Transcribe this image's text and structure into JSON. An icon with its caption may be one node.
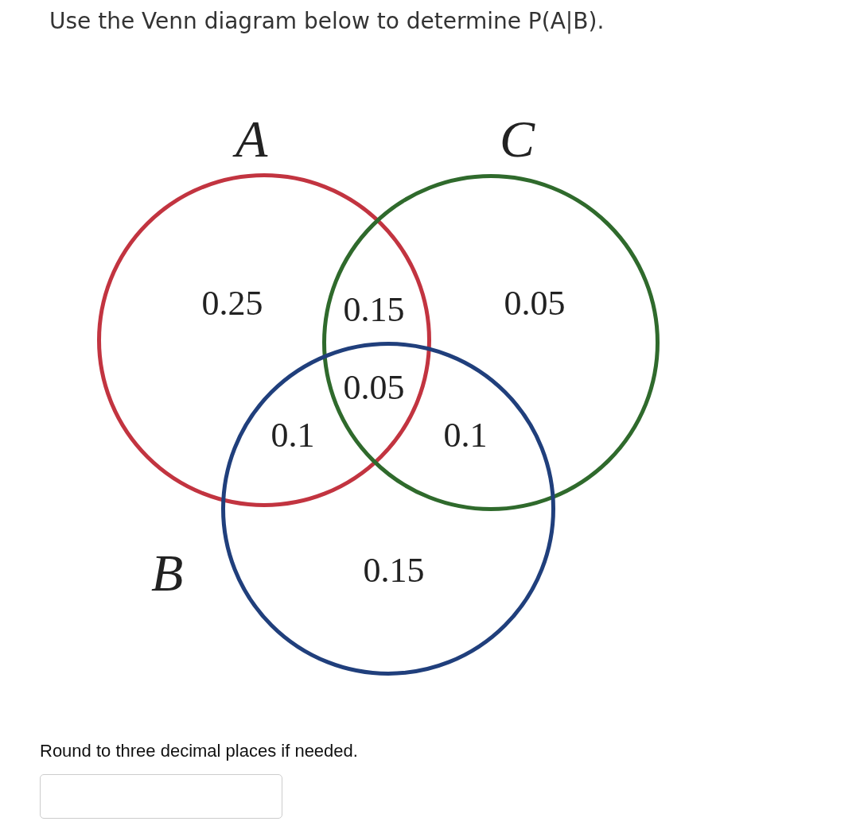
{
  "diagram": {
    "title": "Use the Venn diagram below to determine P(A|B).",
    "nodes": [
      {
        "text": [
          "A"
        ]
      },
      {
        "text": [
          "C"
        ]
      },
      {
        "text": [
          "B"
        ]
      }
    ],
    "labels": [
      "0.25",
      "0.15",
      "0.05",
      "0.05",
      "0.1",
      "0.1",
      "0.15",
      "Round to three decimal places if needed."
    ]
  }
}
